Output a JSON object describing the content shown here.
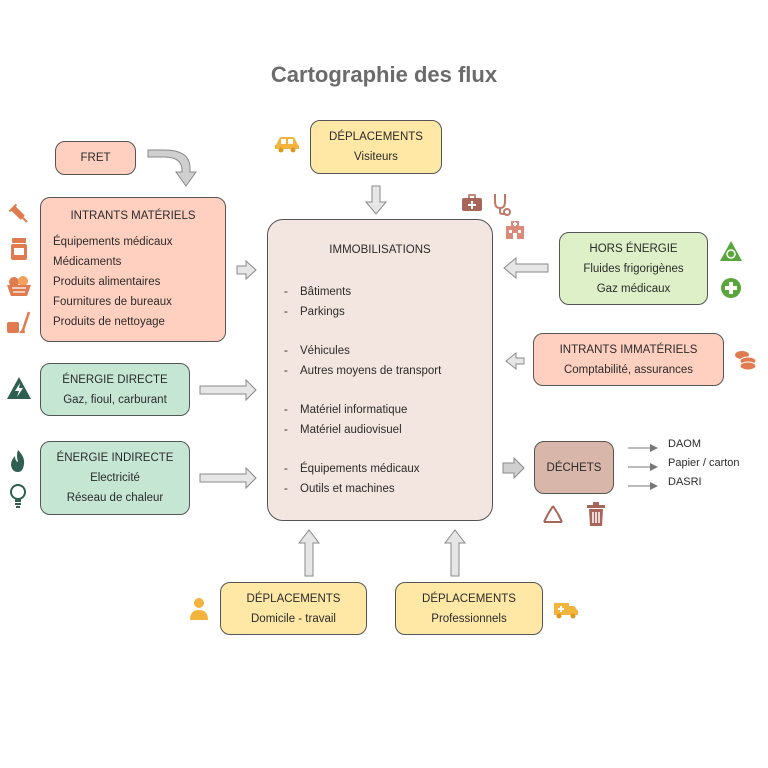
{
  "title": "Cartographie des flux",
  "fret": "FRET",
  "intrants_materiels": {
    "title": "INTRANTS MATÉRIELS",
    "items": [
      "Équipements médicaux",
      "Médicaments",
      "Produits alimentaires",
      "Fournitures de bureaux",
      "Produits de nettoyage"
    ]
  },
  "energie_directe": {
    "title": "ÉNERGIE DIRECTE",
    "text": "Gaz, fioul, carburant"
  },
  "energie_indirecte": {
    "title": "ÉNERGIE INDIRECTE",
    "lines": [
      "Electricité",
      "Réseau de chaleur"
    ]
  },
  "deplacements_visiteurs": {
    "title": "DÉPLACEMENTS",
    "text": "Visiteurs"
  },
  "immobilisations": {
    "title": "IMMOBILISATIONS",
    "items": [
      "Bâtiments",
      "Parkings",
      "Véhicules",
      "Autres moyens de transport",
      "Matériel informatique",
      "Matériel audiovisuel",
      "Équipements médicaux",
      "Outils et machines"
    ],
    "bullet": "-"
  },
  "hors_energie": {
    "title": "HORS ÉNERGIE",
    "lines": [
      "Fluides frigorigènes",
      "Gaz médicaux"
    ]
  },
  "intrants_immateriels": {
    "title": "INTRANTS IMMATÉRIELS",
    "text": "Comptabilité, assurances"
  },
  "dechets": {
    "title": "DÉCHETS",
    "outputs": [
      "DAOM",
      "Papier / carton",
      "DASRI"
    ]
  },
  "deplacements_domicile": {
    "title": "DÉPLACEMENTS",
    "text": "Domicile - travail"
  },
  "deplacements_pro": {
    "title": "DÉPLACEMENTS",
    "text": "Professionnels"
  },
  "colors": {
    "peach": "#ffd0c0",
    "yellow": "#ffe7a6",
    "green": "#def0c8",
    "teal": "#c6e6d4",
    "center": "#f3e5df",
    "dechets": "#d9b6aa",
    "icon_orange": "#e07a4f",
    "icon_yellow": "#f2b43c",
    "icon_green": "#5aa63c",
    "icon_teal": "#2f7a5a",
    "icon_brown": "#a8655a"
  },
  "icons": [
    "car-icon",
    "syringe-icon",
    "pill-bottle-icon",
    "food-basket-icon",
    "cleaning-icon",
    "medical-kit-icon",
    "stethoscope-icon",
    "hospital-icon",
    "recycle-warning-icon",
    "plus-icon",
    "coins-icon",
    "high-voltage-icon",
    "flame-icon",
    "bulb-icon",
    "recycle-icon",
    "trash-icon",
    "person-icon",
    "ambulance-icon"
  ]
}
